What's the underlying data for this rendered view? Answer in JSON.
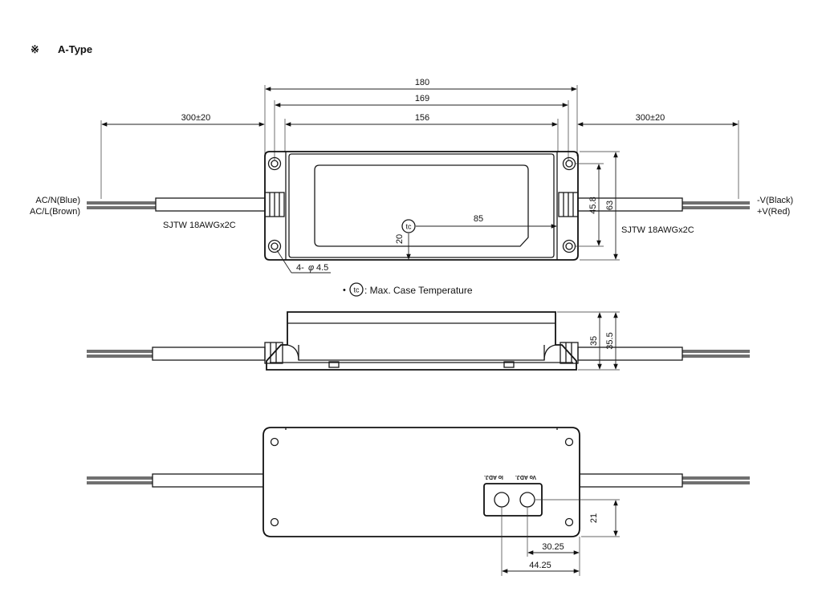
{
  "header": {
    "symbol": "※",
    "title": "A-Type"
  },
  "top_view": {
    "dims": {
      "overall": "180",
      "mount": "169",
      "body": "156",
      "cable_left": "300±20",
      "cable_right": "300±20",
      "tc_x": "85",
      "tc_y": "20",
      "hole_pitch": "45.8",
      "width": "63",
      "holes": "4-",
      "hole_dia": "4.5",
      "phi": "φ"
    },
    "input_labels": [
      "AC/N(Blue)",
      "AC/L(Brown)"
    ],
    "output_labels": [
      "-V(Black)",
      "+V(Red)"
    ],
    "cable_left": "SJTW 18AWGx2C",
    "cable_right": "SJTW 18AWGx2C",
    "tc_symbol": "tc",
    "note_bullet": "•",
    "note_text": ": Max. Case Temperature"
  },
  "side_view": {
    "dims": {
      "body_height": "35",
      "overall_height": "35.5"
    }
  },
  "bottom_view": {
    "pot_labels": {
      "io": "Io ADJ.",
      "vo": "Vo ADJ."
    },
    "dims": {
      "pot_y": "21",
      "vo_x": "30.25",
      "io_x": "44.25"
    }
  }
}
